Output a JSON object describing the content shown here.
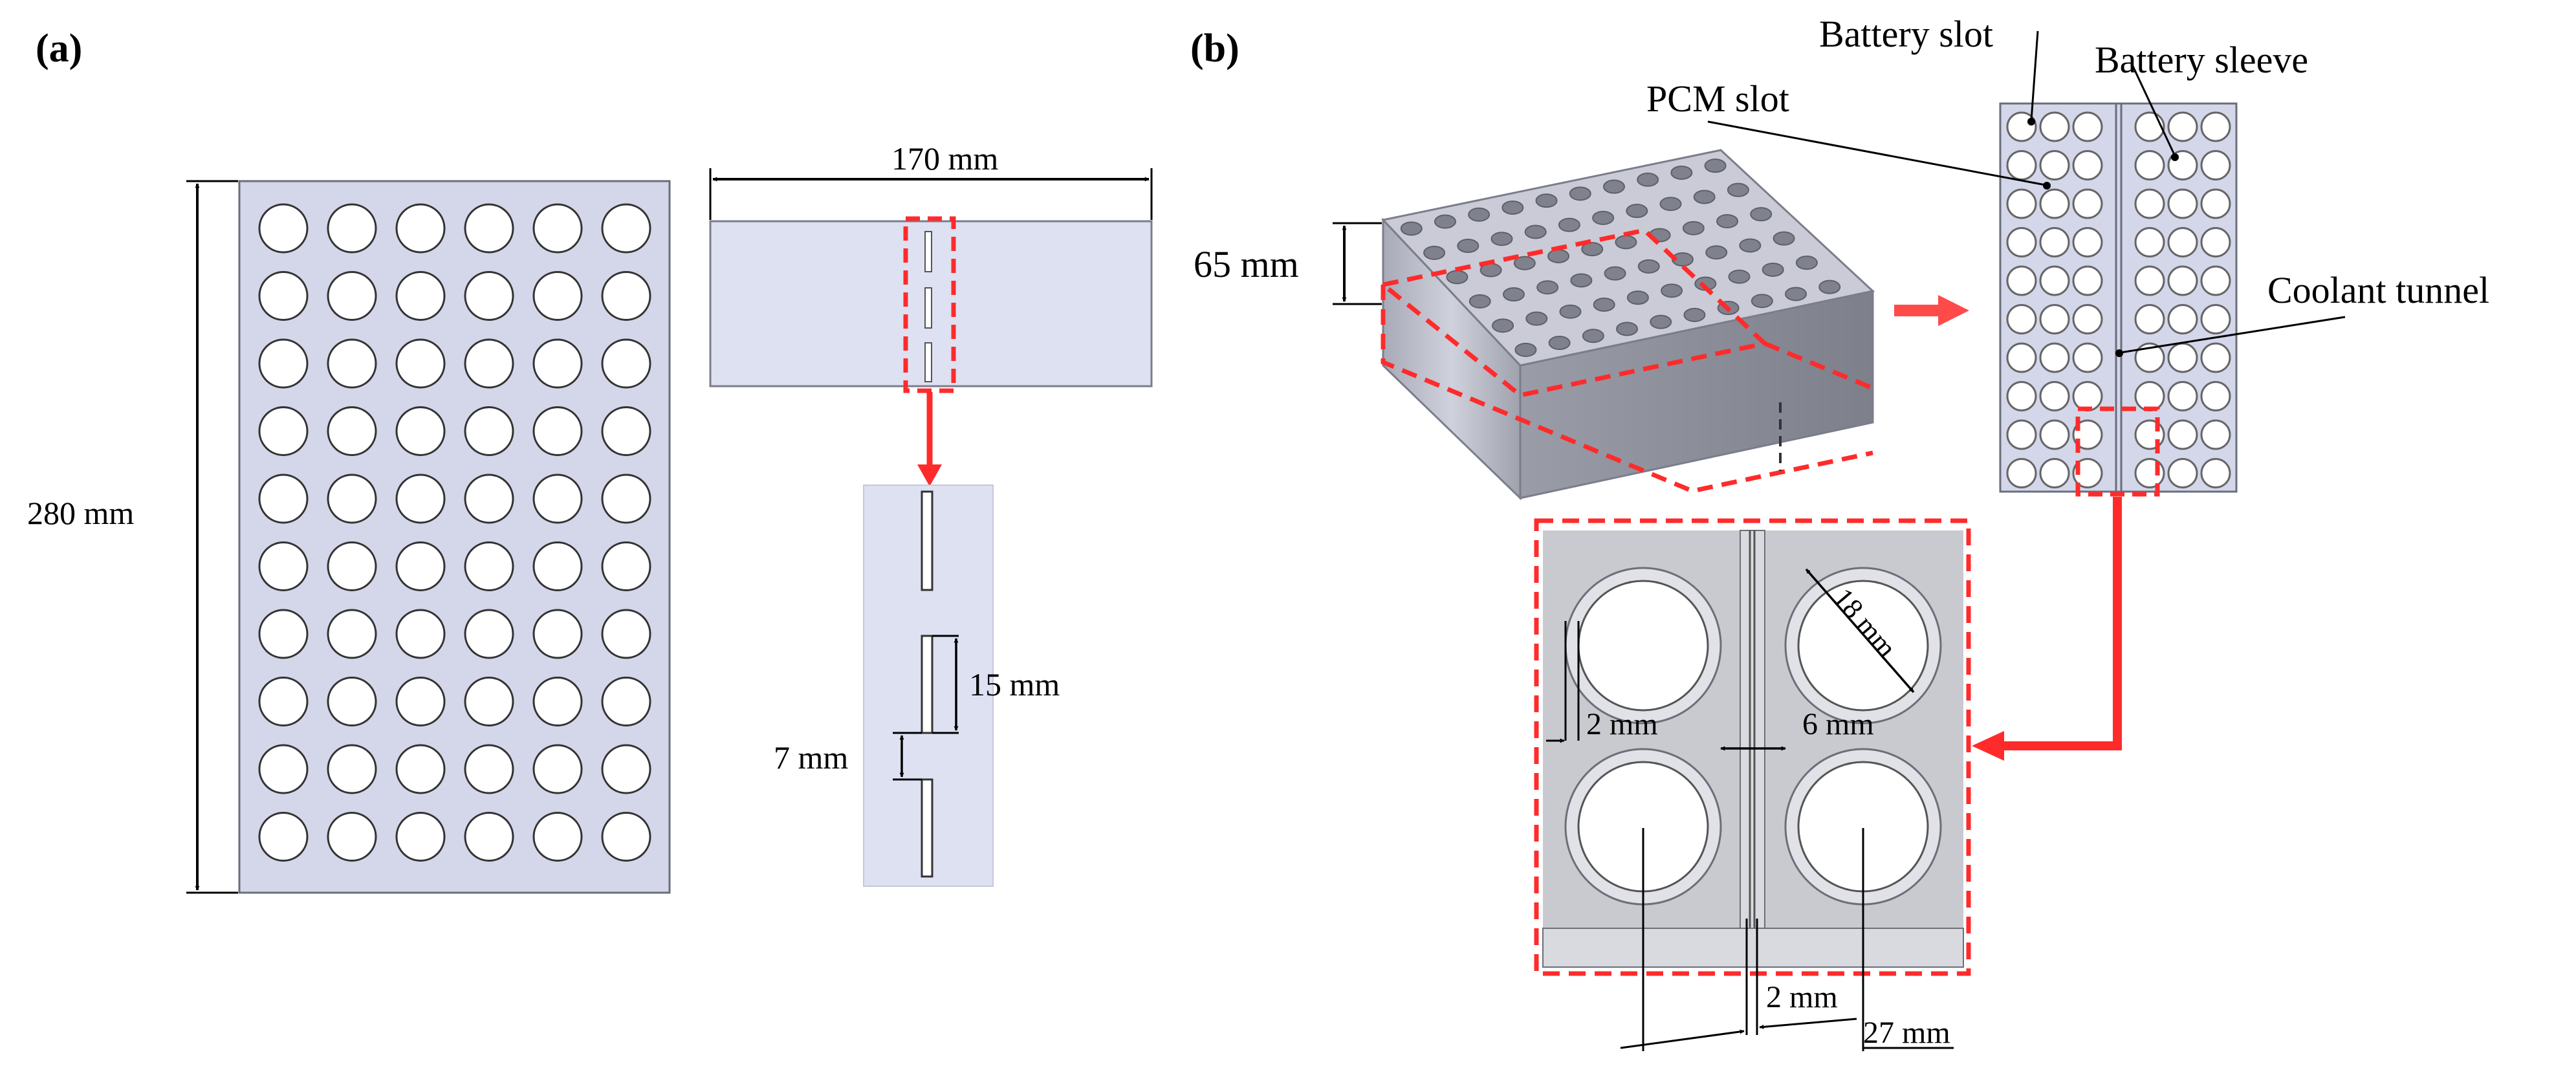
{
  "panel_a": {
    "label": "(a)",
    "height_dim": "280 mm",
    "width_dim": "170 mm",
    "slot_length_dim": "15 mm",
    "slot_gap_dim": "7 mm"
  },
  "panel_b": {
    "label": "(b)",
    "thickness_dim": "65 mm",
    "labels": {
      "battery_slot": "Battery slot",
      "battery_sleeve": "Battery sleeve",
      "pcm_slot": "PCM slot",
      "coolant_tunnel": "Coolant tunnel"
    },
    "detail": {
      "diameter_dim": "18 mm",
      "sleeve_dim": "2 mm",
      "gap_dim": "6 mm",
      "tunnel_dim": "2 mm",
      "pitch_dim": "27 mm"
    }
  },
  "colors": {
    "plate": "#d4d7ea",
    "plate_edge": "#6a6d7a",
    "highlight": "#ff2b2b",
    "detail_bg": "#c9cad0"
  }
}
